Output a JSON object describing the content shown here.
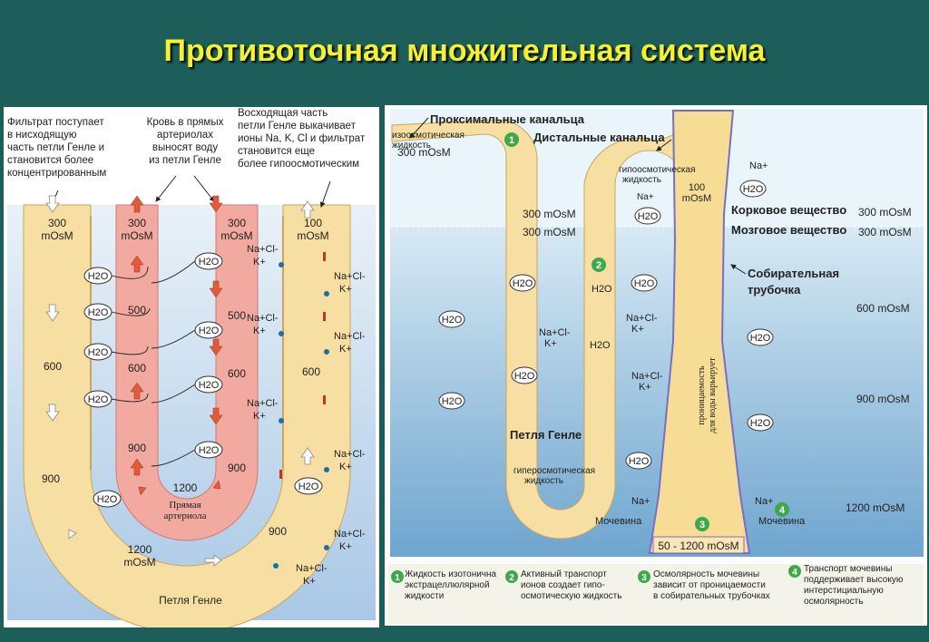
{
  "title": "Противоточная множительная система",
  "left": {
    "notes": [
      [
        "Фильтрат поступает",
        "в нисходящую",
        "часть петли Генле и",
        "становится более",
        "концентрированным"
      ],
      [
        "Кровь в прямых",
        "артериолах",
        "выносят воду",
        "из петли Генле"
      ],
      [
        "Восходящая часть",
        "петли Генле выкачивает",
        "ионы Na, K, Cl и фильтрат",
        "становится еще",
        "более гипоосмотическим"
      ]
    ],
    "desc_values": [
      [
        "300",
        "mOsM"
      ],
      [
        "600",
        ""
      ],
      [
        "900",
        ""
      ],
      [
        "1200",
        "mOsM"
      ]
    ],
    "art_desc_values": [
      [
        "300",
        "mOsM"
      ],
      [
        "500",
        ""
      ],
      [
        "600",
        ""
      ],
      [
        "900",
        ""
      ]
    ],
    "art_asc_values": [
      [
        "300",
        "mOsM"
      ],
      [
        "500",
        ""
      ],
      [
        "600",
        ""
      ],
      [
        "900",
        ""
      ]
    ],
    "art_bottom": "1200",
    "asc_values": [
      [
        "100",
        "mOsM"
      ],
      [
        "600",
        ""
      ],
      [
        "900",
        ""
      ]
    ],
    "arteriole_label": [
      "Прямая",
      "артериола"
    ],
    "loop_label": "Петля Генле",
    "water": "H2O",
    "ions": [
      "Na+Cl-",
      "K+"
    ]
  },
  "right": {
    "proximal": "Проксимальные канальца",
    "distal": "Дистальные канальца",
    "iso_fluid": [
      "изоосмотическая",
      "жидкость",
      "300 mOsM"
    ],
    "hypo_fluid": [
      "гипоосмотическая",
      "жидкость"
    ],
    "hypo_value": [
      "100",
      "mOsM"
    ],
    "cortex_levels": [
      "300 mOsM",
      "300 mOsM"
    ],
    "cortex": "Корковое вещество",
    "medulla": "Мозговое вещество",
    "collecting": [
      "Собирательная",
      "трубочка"
    ],
    "depth_levels": [
      "600 mOsM",
      "900 mOsM",
      "1200 mOsM"
    ],
    "right_levels": [
      "300 mOsM",
      "300 mOsM",
      "600 mOsM",
      "900 mOsM",
      "1200 mOsM"
    ],
    "loop": "Петля Генле",
    "hyper_fluid": [
      "гиперосмотическая",
      "жидкость"
    ],
    "permeability": [
      "проницаемость",
      "для воды варьирует"
    ],
    "urea": "Мочевина",
    "na": "Na+",
    "collecting_range": "50 - 1200 mOsM",
    "steps": [
      "1",
      "2",
      "3",
      "4"
    ],
    "legend": [
      {
        "num": "1",
        "text": [
          "Жидкость изотонична",
          "экстрацеллюлярной",
          "жидкости"
        ]
      },
      {
        "num": "2",
        "text": [
          "Активный транспорт",
          "ионов создает гипо-",
          "осмотическую жидкость"
        ]
      },
      {
        "num": "3",
        "text": [
          "Осмолярность мочевины",
          "зависит от проницаемости",
          "в собирательных трубочках"
        ]
      },
      {
        "num": "4",
        "text": [
          "Транспорт мочевины",
          "поддерживает высокую",
          "интерстициальную",
          "осмолярность"
        ]
      }
    ]
  }
}
